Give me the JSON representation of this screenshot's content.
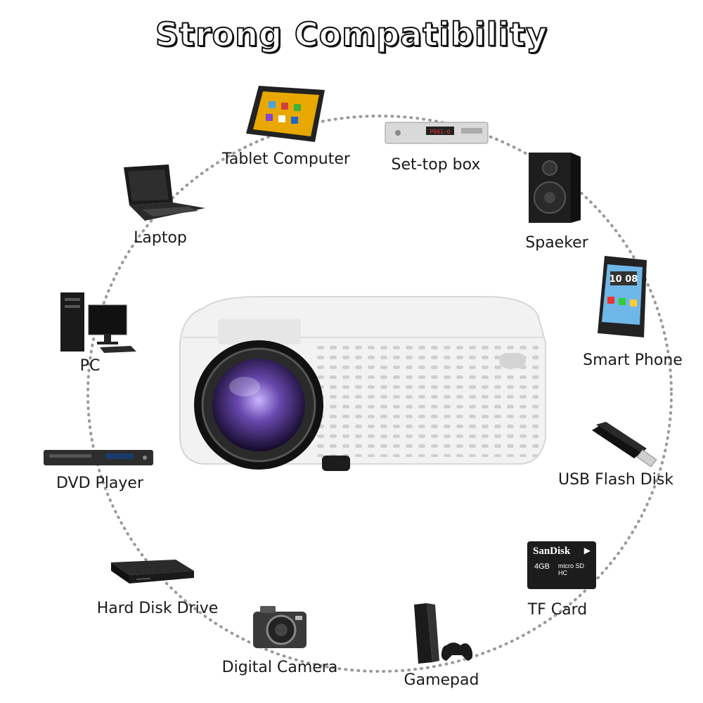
{
  "title": "Strong Compatibility",
  "colors": {
    "ink": "#1a1a1a",
    "dots": "#9a9a9a",
    "projector": "#f2f2f2"
  },
  "devices": [
    {
      "id": "tablet",
      "label": "Tablet Computer",
      "icon": "tablet-icon"
    },
    {
      "id": "settop",
      "label": "Set-top box",
      "icon": "set-top-box-icon",
      "display_text": "P001-0"
    },
    {
      "id": "speaker",
      "label": "Spaeker",
      "icon": "speaker-icon"
    },
    {
      "id": "phone",
      "label": "Smart Phone",
      "icon": "smartphone-icon",
      "display_text": "10 08"
    },
    {
      "id": "usb",
      "label": "USB Flash Disk",
      "icon": "usb-flash-disk-icon"
    },
    {
      "id": "tfcard",
      "label": "TF Card",
      "icon": "tf-card-icon",
      "card_brand": "SanDisk",
      "card_capacity": "4GB",
      "card_mark": "micro SD HC"
    },
    {
      "id": "gamepad",
      "label": "Gamepad",
      "icon": "game-console-icon"
    },
    {
      "id": "camera",
      "label": "Digital Camera",
      "icon": "camera-icon"
    },
    {
      "id": "hdd",
      "label": "Hard Disk Drive",
      "icon": "hard-disk-drive-icon"
    },
    {
      "id": "dvd",
      "label": "DVD Player",
      "icon": "dvd-player-icon"
    },
    {
      "id": "pc",
      "label": "PC",
      "icon": "pc-icon"
    },
    {
      "id": "laptop",
      "label": "Laptop",
      "icon": "laptop-icon"
    }
  ],
  "center": {
    "icon": "projector-icon"
  }
}
